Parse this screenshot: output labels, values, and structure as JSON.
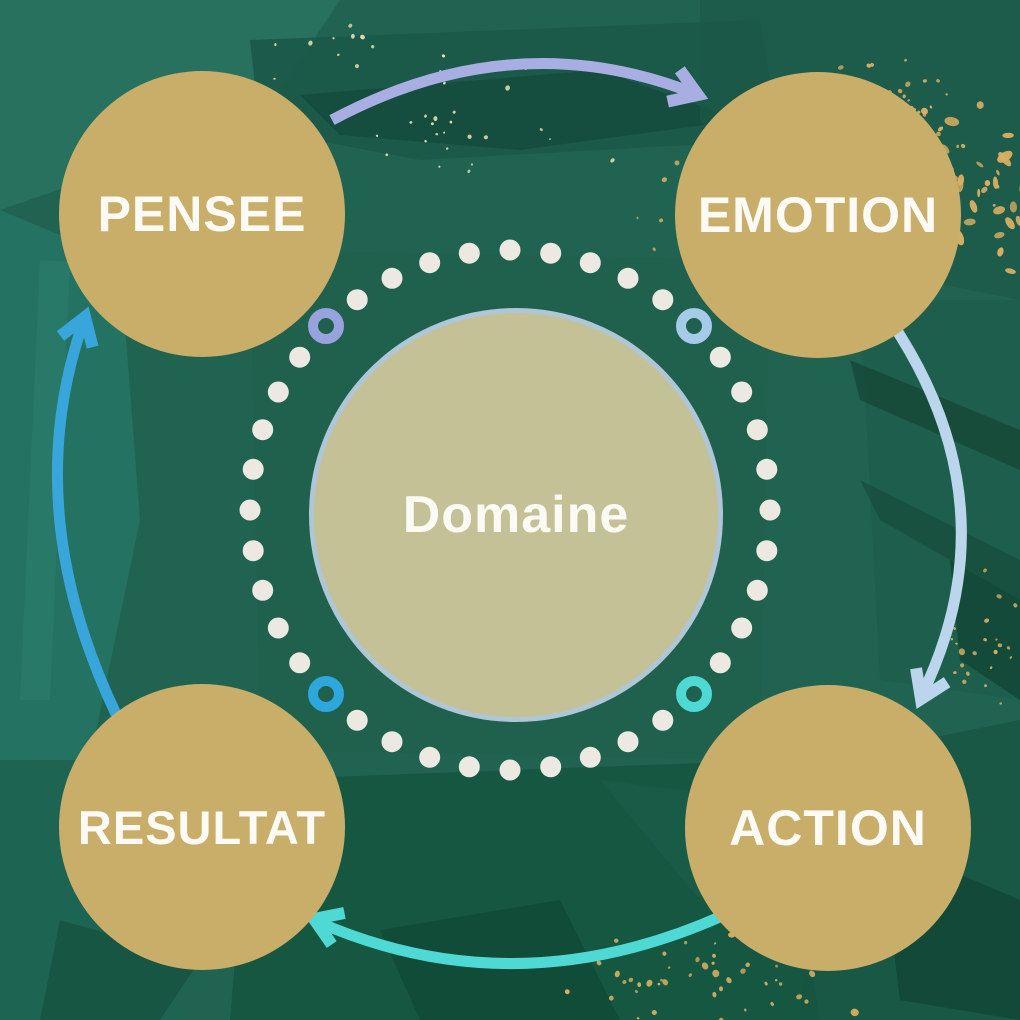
{
  "diagram": {
    "center_label": "Domaine",
    "nodes": [
      {
        "id": "pensee",
        "label": "PENSEE",
        "position": "top-left"
      },
      {
        "id": "emotion",
        "label": "EMOTION",
        "position": "top-right"
      },
      {
        "id": "action",
        "label": "ACTION",
        "position": "bottom-right"
      },
      {
        "id": "resultat",
        "label": "RESULTAT",
        "position": "bottom-left"
      }
    ],
    "cycle": [
      "PENSEE",
      "EMOTION",
      "ACTION",
      "RESULTAT"
    ],
    "colors": {
      "background": "#216351",
      "node_fill": "#c9ae6a",
      "center_fill": "#c5c197",
      "center_border": "#aec6d6",
      "label_text": "#fbfaf5",
      "dot": "#ece9e3",
      "arrow_top": "#a9aee2",
      "arrow_right": "#bad5ec",
      "arrow_bottom": "#4fd9d4",
      "arrow_left": "#38a6da",
      "ring_top_left": "#98a2dc",
      "ring_top_right": "#a5cbe9",
      "ring_bottom_left": "#2ea7dc",
      "ring_bottom_right": "#4fd9d4",
      "speckle_gold": "#d9ae62",
      "speckle_light": "#e5dcae"
    }
  }
}
